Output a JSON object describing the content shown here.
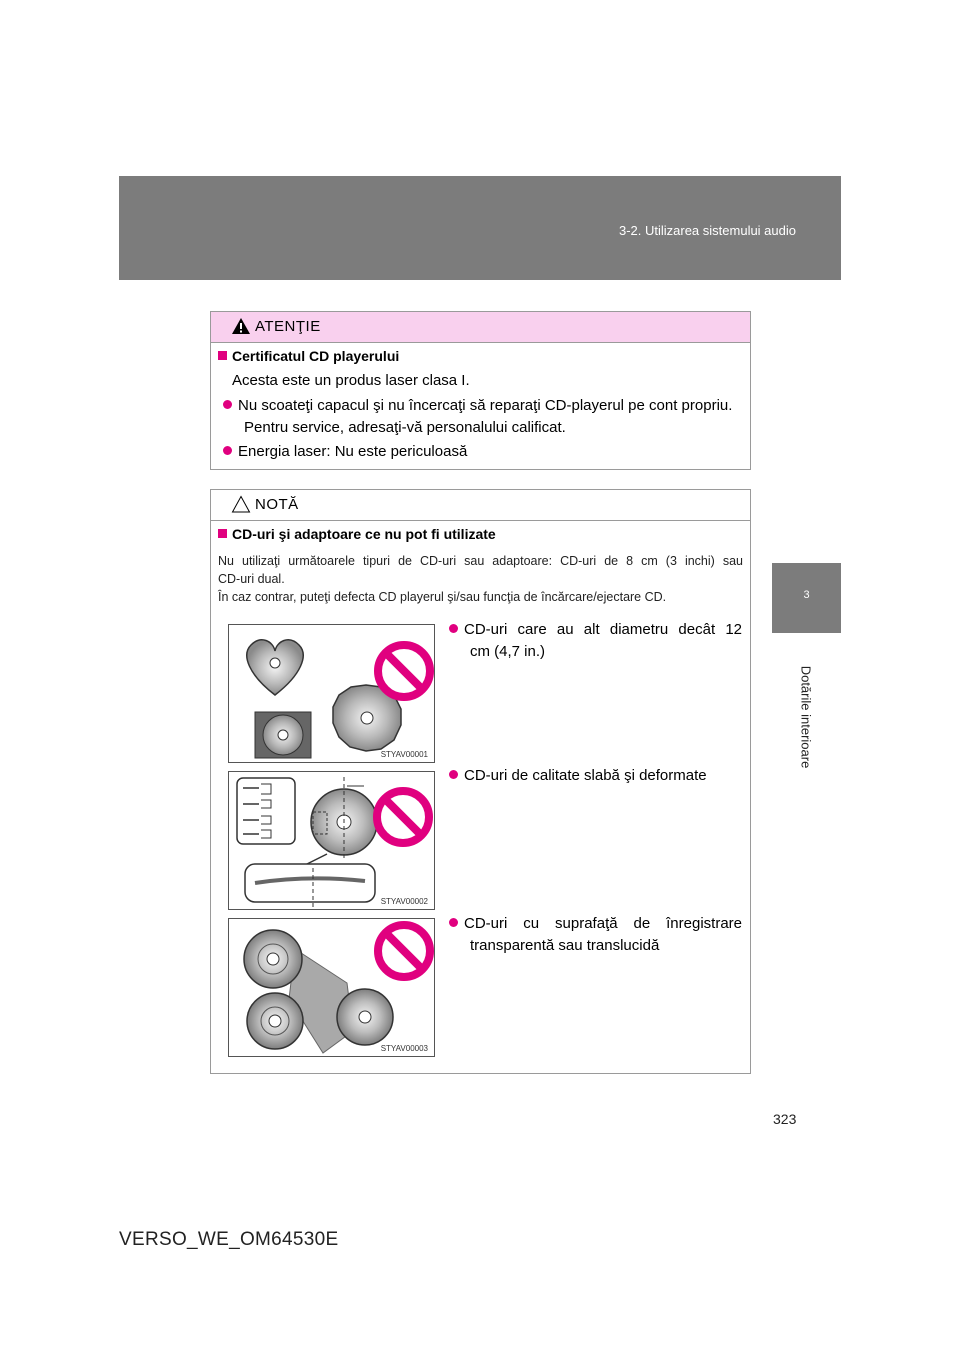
{
  "header": {
    "section": "3-2. Utilizarea sistemului audio"
  },
  "sidebar": {
    "chapter_number": "3",
    "chapter_title": "Dotările interioare"
  },
  "caution": {
    "label": "ATENŢIE",
    "title": "Certificatul CD playerului",
    "intro": "Acesta este un produs laser clasa I.",
    "bullet1_line1": "Nu scoateţi capacul şi nu încercaţi să reparaţi CD-playerul pe cont propriu.",
    "bullet1_line2": "Pentru service, adresaţi-vă personalului calificat.",
    "bullet2": "Energia laser: Nu este periculoasă"
  },
  "note": {
    "label": "NOTĂ",
    "title": "CD-uri şi adaptoare ce nu pot fi utilizate",
    "desc_line1": "Nu utilizaţi următoarele tipuri de CD-uri sau adaptoare: CD-uri de 8 cm (3 inchi) sau",
    "desc_line2": "CD-uri dual.",
    "desc_line3": "În caz contrar, puteţi defecta CD playerul şi/sau funcţia de încărcare/ejectare CD.",
    "items": [
      {
        "line1": "CD-uri care au alt diametru decât 12",
        "line2": "cm (4,7 in.)",
        "code": "STYAV00001"
      },
      {
        "line1": "CD-uri de calitate slabă şi deformate",
        "line2": "",
        "code": "STYAV00002"
      },
      {
        "line1": "CD-uri cu suprafaţă de înregistrare",
        "line2": "transparentă sau translucidă",
        "code": "STYAV00003"
      }
    ]
  },
  "page_number": "323",
  "footer": "VERSO_WE_OM64530E",
  "colors": {
    "accent": "#e0007f",
    "header_gray": "#7c7c7c",
    "caution_bg": "#f9d0ee"
  }
}
